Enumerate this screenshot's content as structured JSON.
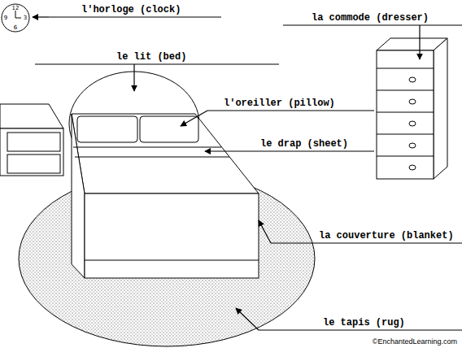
{
  "diagram": {
    "labels": [
      "l'horloge (clock)",
      "12",
      "3",
      "6",
      "9",
      "la commode (dresser)",
      "le lit (bed)",
      "l'oreiller (pillow)",
      "le drap (sheet)",
      "la couverture (blanket)",
      "le tapis (rug)",
      "©EnchantedLearning.com"
    ]
  }
}
